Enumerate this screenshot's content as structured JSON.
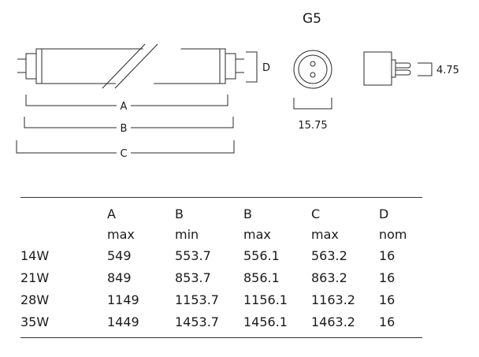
{
  "diagram": {
    "base_title": "G5",
    "labels": {
      "a": "A",
      "b": "B",
      "c": "C",
      "d": "D",
      "pin_diameter": "15.75",
      "pin_spacing": "4.75"
    }
  },
  "table": {
    "headers_row1": [
      "",
      "A",
      "B",
      "B",
      "C",
      "D"
    ],
    "headers_row2": [
      "",
      "max",
      "min",
      "max",
      "max",
      "nom"
    ],
    "rows": [
      [
        "14W",
        "549",
        "553.7",
        "556.1",
        "563.2",
        "16"
      ],
      [
        "21W",
        "849",
        "853.7",
        "856.1",
        "863.2",
        "16"
      ],
      [
        "28W",
        "1149",
        "1153.7",
        "1156.1",
        "1163.2",
        "16"
      ],
      [
        "35W",
        "1449",
        "1453.7",
        "1456.1",
        "1463.2",
        "16"
      ]
    ]
  }
}
